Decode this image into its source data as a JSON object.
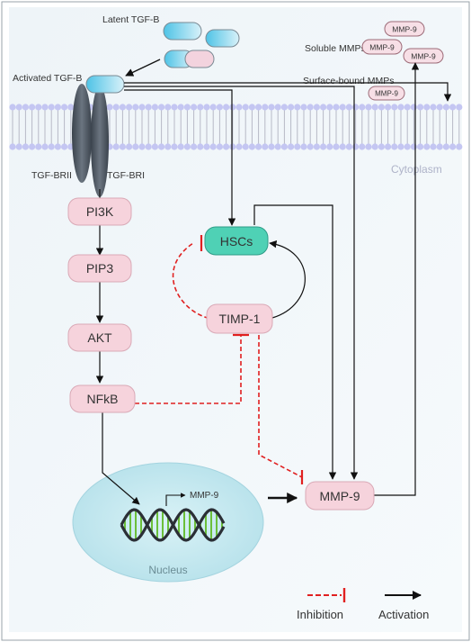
{
  "labels": {
    "latent_tgfb": "Latent TGF-B",
    "activated_tgfb": "Activated TGF-B",
    "soluble_mmps": "Soluble MMPs",
    "surface_bound_mmps": "Surface-bound MMPs",
    "cytoplasm": "Cytoplasm",
    "tgf_brii": "TGF-BRII",
    "tgf_bri": "TGF-BRI",
    "nucleus": "Nucleus",
    "gene_mmp9": "MMP-9"
  },
  "nodes": {
    "pi3k": "PI3K",
    "pip3": "PIP3",
    "akt": "AKT",
    "nfkb": "NFkB",
    "hscs": "HSCs",
    "timp1": "TIMP-1",
    "mmp9": "MMP-9"
  },
  "mmp_bubbles": [
    "MMP-9",
    "MMP-9",
    "MMP-9",
    "MMP-9"
  ],
  "legend": {
    "inhibition": "Inhibition",
    "activation": "Activation"
  },
  "colors": {
    "pink_node": "#f6d3dc",
    "teal_node": "#4fd1b5",
    "inhibition": "#e02020",
    "activation": "#111111",
    "membrane_head": "#c4c6f2",
    "nucleus": "#bfe7ee",
    "tgf_blue": "#5bc7e6",
    "dna_green": "#6bbf3a"
  }
}
